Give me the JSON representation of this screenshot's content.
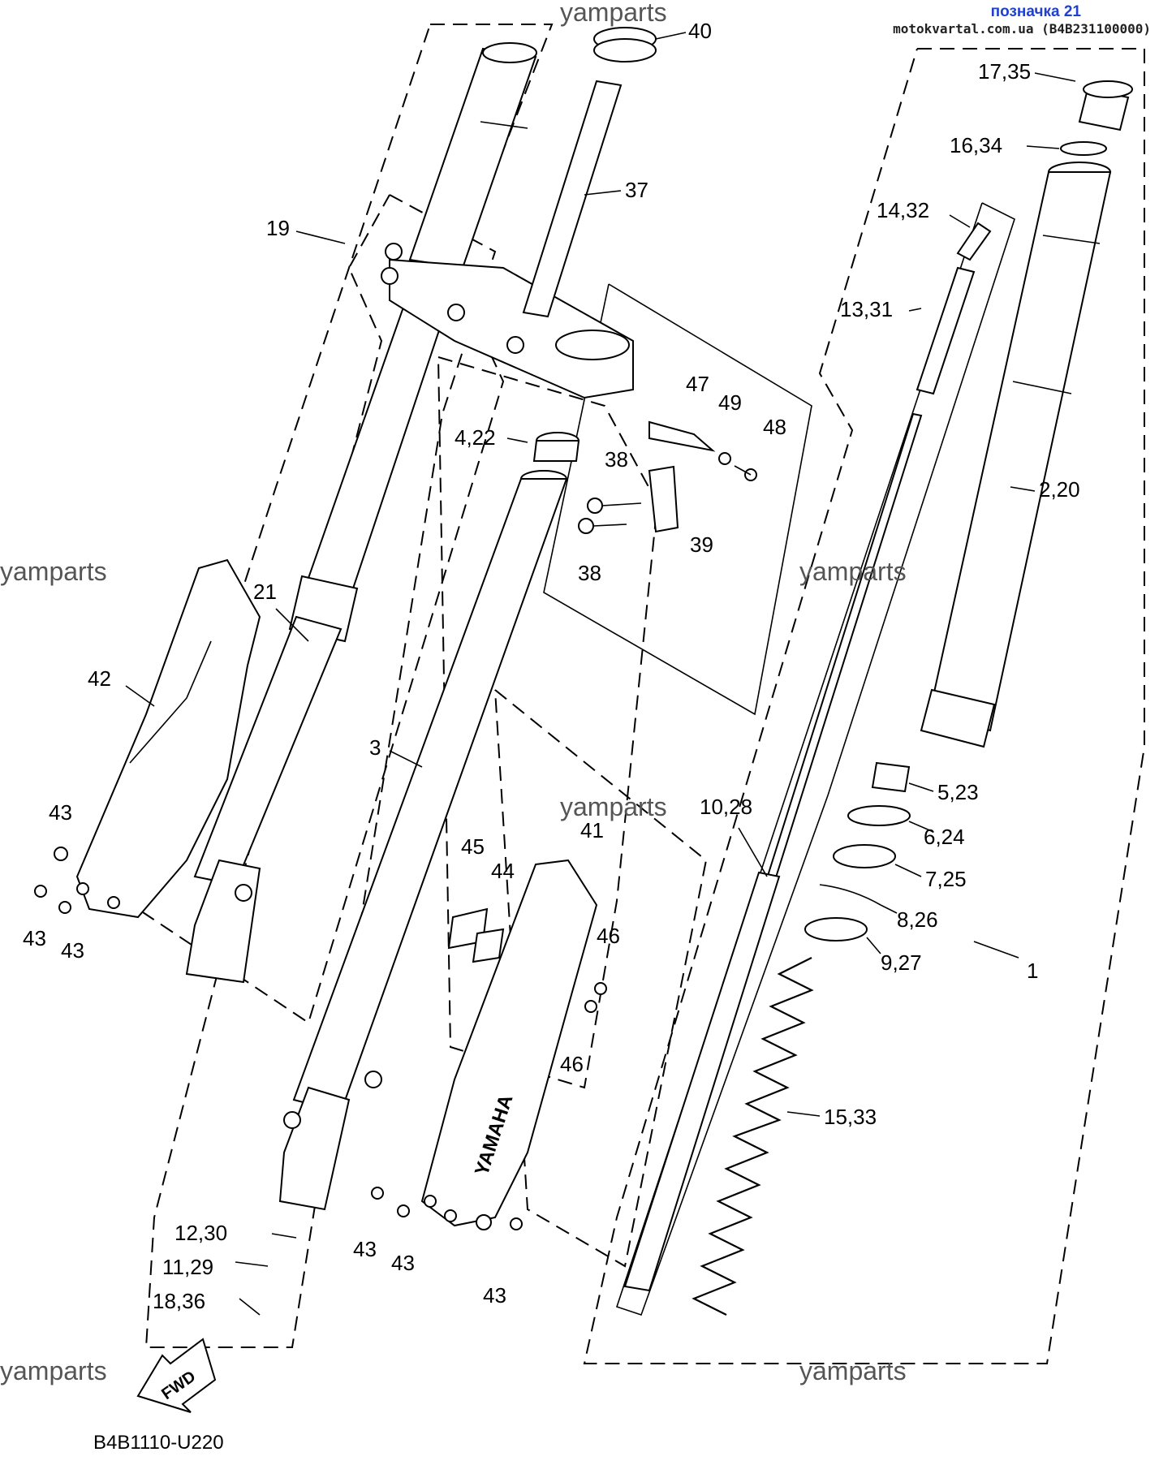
{
  "header": {
    "title": "позначка 21",
    "subtitle": "motokvartal.com.ua (B4B231100000)"
  },
  "watermark": "yamparts",
  "reference_code": "B4B1110-U220",
  "fwd_label": "FWD",
  "brand_on_guard": "YAMAHA",
  "callouts": {
    "c40": "40",
    "c17_35": "17,35",
    "c16_34": "16,34",
    "c37": "37",
    "c19": "19",
    "c14_32": "14,32",
    "c13_31": "13,31",
    "c47": "47",
    "c49": "49",
    "c48": "48",
    "c4_22": "4,22",
    "c38a": "38",
    "c38b": "38",
    "c39": "39",
    "c2_20": "2,20",
    "c21": "21",
    "c42": "42",
    "c3": "3",
    "c5_23": "5,23",
    "c10_28": "10,28",
    "c41": "41",
    "c6_24": "6,24",
    "c43a": "43",
    "c45": "45",
    "c44": "44",
    "c7_25": "7,25",
    "c43b": "43",
    "c43c": "43",
    "c8_26": "8,26",
    "c46a": "46",
    "c9_27": "9,27",
    "c1": "1",
    "c46b": "46",
    "c15_33": "15,33",
    "c12_30": "12,30",
    "c11_29": "11,29",
    "c43d": "43",
    "c43e": "43",
    "c18_36": "18,36",
    "c43f": "43"
  }
}
